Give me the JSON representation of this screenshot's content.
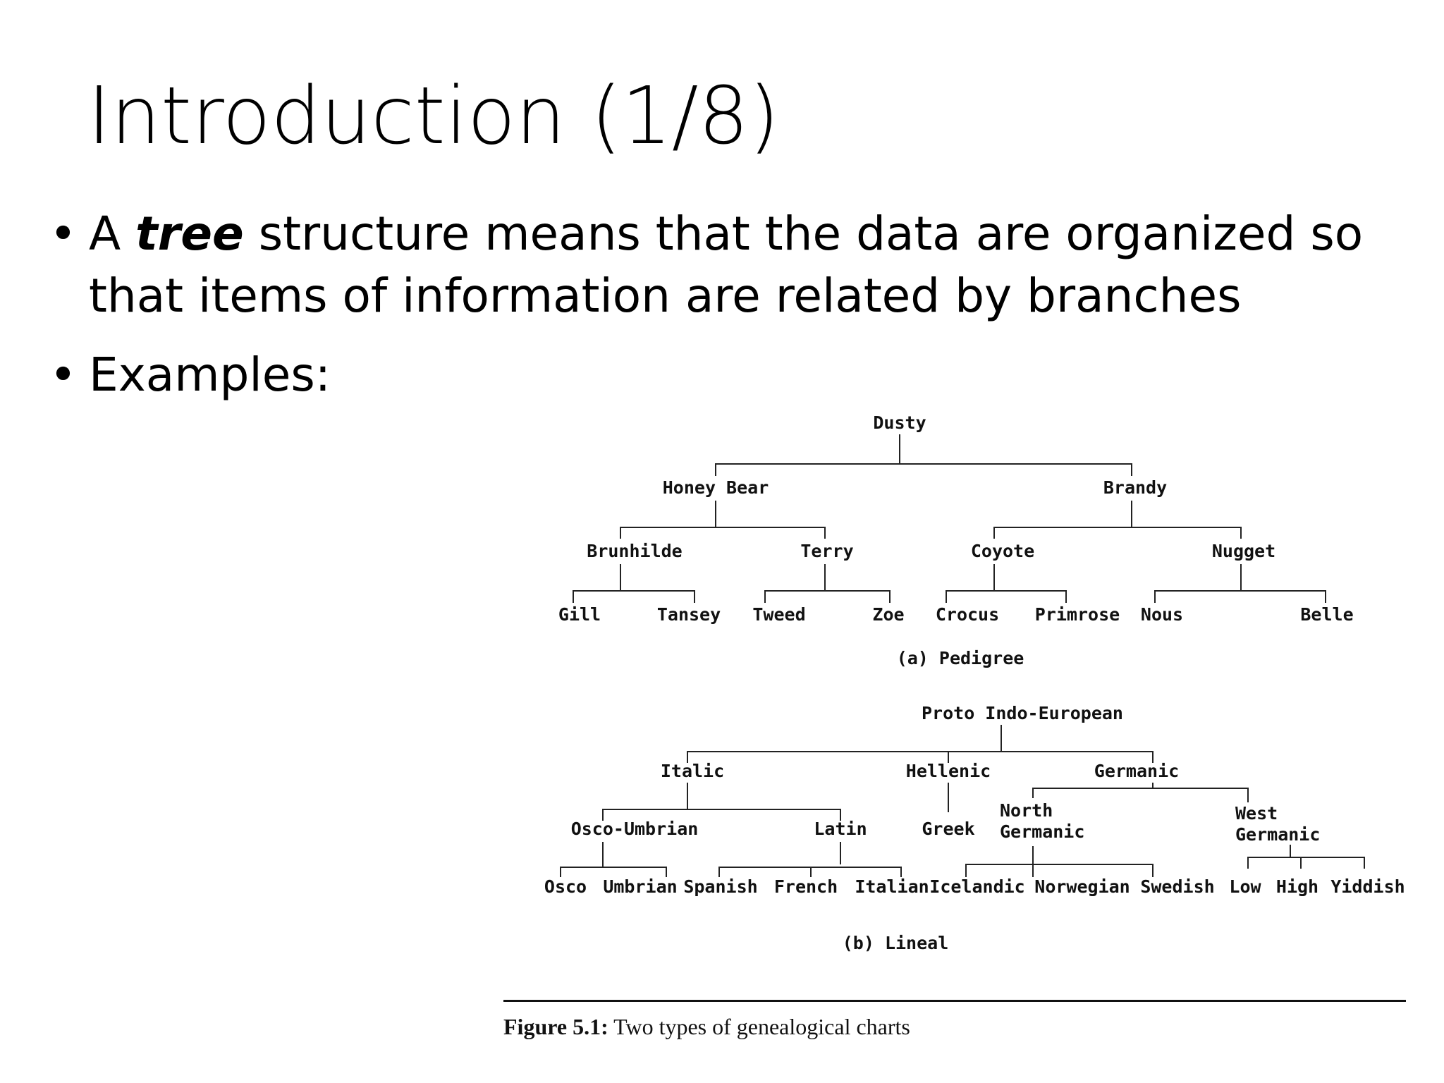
{
  "slide": {
    "title": "Introduction (1/8)",
    "bullets": [
      {
        "pre": "A ",
        "emphasis": "tree",
        "post": " structure means that the data are organized so that items of information are related by branches"
      },
      {
        "text": "Examples:"
      }
    ],
    "bullet_symbol": "•"
  },
  "figure": {
    "pedigree": {
      "nodes": {
        "dusty": "Dusty",
        "honey_bear": "Honey Bear",
        "brandy": "Brandy",
        "brunhilde": "Brunhilde",
        "terry": "Terry",
        "coyote": "Coyote",
        "nugget": "Nugget",
        "gill": "Gill",
        "tansey": "Tansey",
        "tweed": "Tweed",
        "zoe": "Zoe",
        "crocus": "Crocus",
        "primrose": "Primrose",
        "nous": "Nous",
        "belle": "Belle"
      },
      "caption": "(a) Pedigree"
    },
    "lineal": {
      "nodes": {
        "proto": "Proto Indo-European",
        "italic": "Italic",
        "hellenic": "Hellenic",
        "germanic": "Germanic",
        "osco_umbrian": "Osco-Umbrian",
        "latin": "Latin",
        "greek": "Greek",
        "north_germanic_1": "North",
        "north_germanic_2": "Germanic",
        "west_germanic_1": "West",
        "west_germanic_2": "Germanic",
        "osco": "Osco",
        "umbrian": "Umbrian",
        "spanish": "Spanish",
        "french": "French",
        "italian": "Italian",
        "icelandic": "Icelandic",
        "norwegian": "Norwegian",
        "swedish": "Swedish",
        "low": "Low",
        "high": "High",
        "yiddish": "Yiddish"
      },
      "caption": "(b) Lineal"
    },
    "caption_label": "Figure 5.1:",
    "caption_text": " Two types of genealogical charts"
  }
}
